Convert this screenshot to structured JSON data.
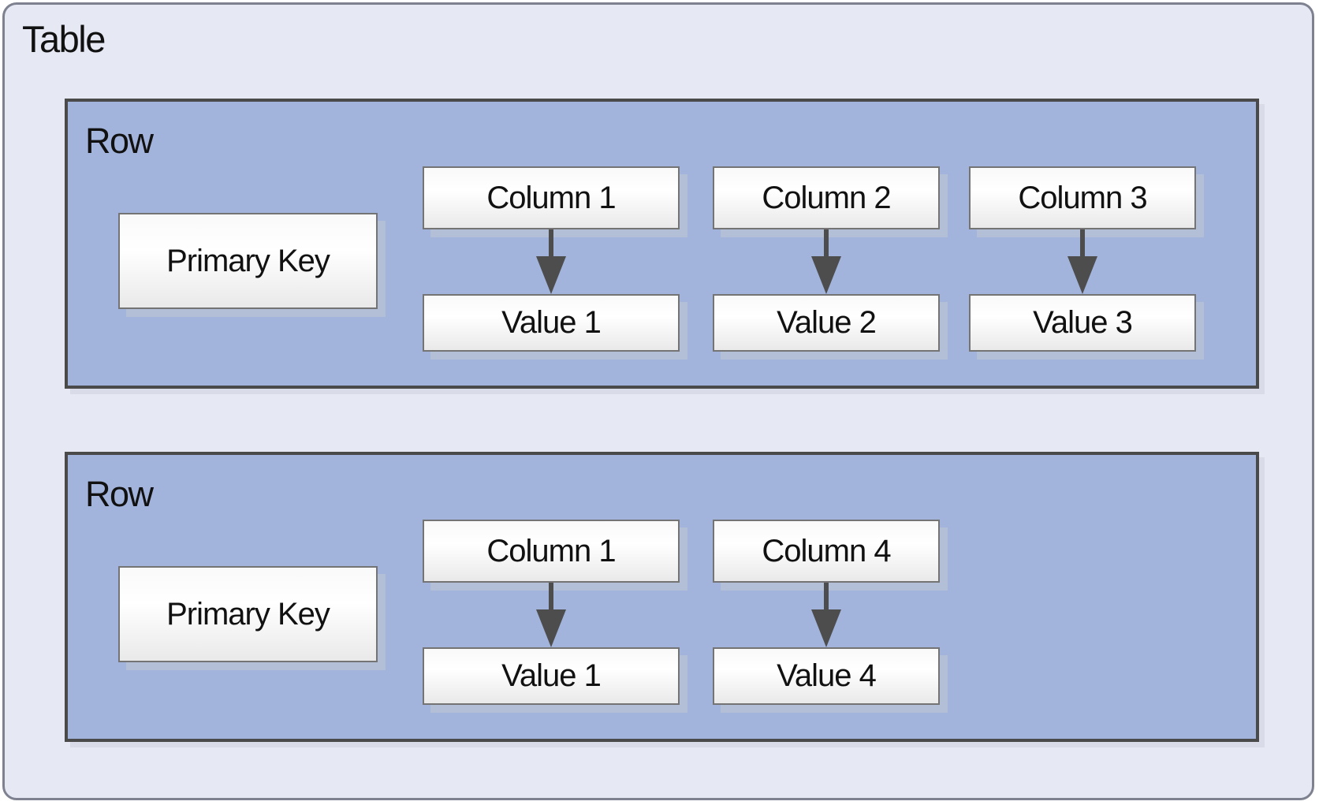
{
  "diagram": {
    "table_label": "Table",
    "rows": [
      {
        "label": "Row",
        "primary_key_label": "Primary Key",
        "pairs": [
          {
            "column": "Column 1",
            "value": "Value 1"
          },
          {
            "column": "Column 2",
            "value": "Value 2"
          },
          {
            "column": "Column 3",
            "value": "Value 3"
          }
        ]
      },
      {
        "label": "Row",
        "primary_key_label": "Primary Key",
        "pairs": [
          {
            "column": "Column 1",
            "value": "Value 1"
          },
          {
            "column": "Column 4",
            "value": "Value 4"
          }
        ]
      }
    ],
    "colors": {
      "table_fill": "#e6e9f4",
      "table_border": "#7e8290",
      "row_fill": "#a3b4dc",
      "row_border": "#4a4a4a",
      "row_shadow": "#d9dce8",
      "node_border": "#747474",
      "node_shadow": "#b3bfd6",
      "arrow": "#4d4d4d",
      "text": "#111111"
    }
  }
}
